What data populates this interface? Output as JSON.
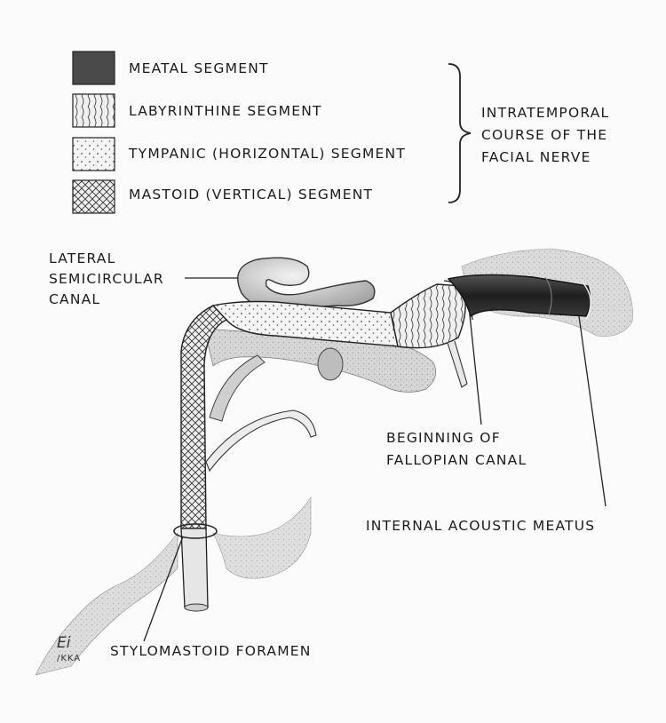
{
  "legend": {
    "items": [
      {
        "label": "MEATAL SEGMENT",
        "pattern": "solid-dark"
      },
      {
        "label": "LABYRINTHINE SEGMENT",
        "pattern": "curved-hatch"
      },
      {
        "label": "TYMPANIC (HORIZONTAL) SEGMENT",
        "pattern": "dots"
      },
      {
        "label": "MASTOID (VERTICAL) SEGMENT",
        "pattern": "crosshatch"
      }
    ],
    "group_label": "INTRATEMPORAL\nCOURSE OF THE\nFACIAL NERVE"
  },
  "annotations": {
    "lateral_canal": "LATERAL\nSEMICIRCULAR\nCANAL",
    "fallopian": "BEGINNING OF\nFALLOPIAN CANAL",
    "meatus": "INTERNAL ACOUSTIC MEATUS",
    "foramen": "STYLOMASTOID FORAMEN"
  },
  "signature": {
    "mark": "Ei",
    "initials": "/KKA"
  },
  "colors": {
    "ink": "#1b1b1b",
    "paper": "#fbfbfb",
    "bone": "#d9d9d9",
    "meatal": "#2b2b2b"
  }
}
